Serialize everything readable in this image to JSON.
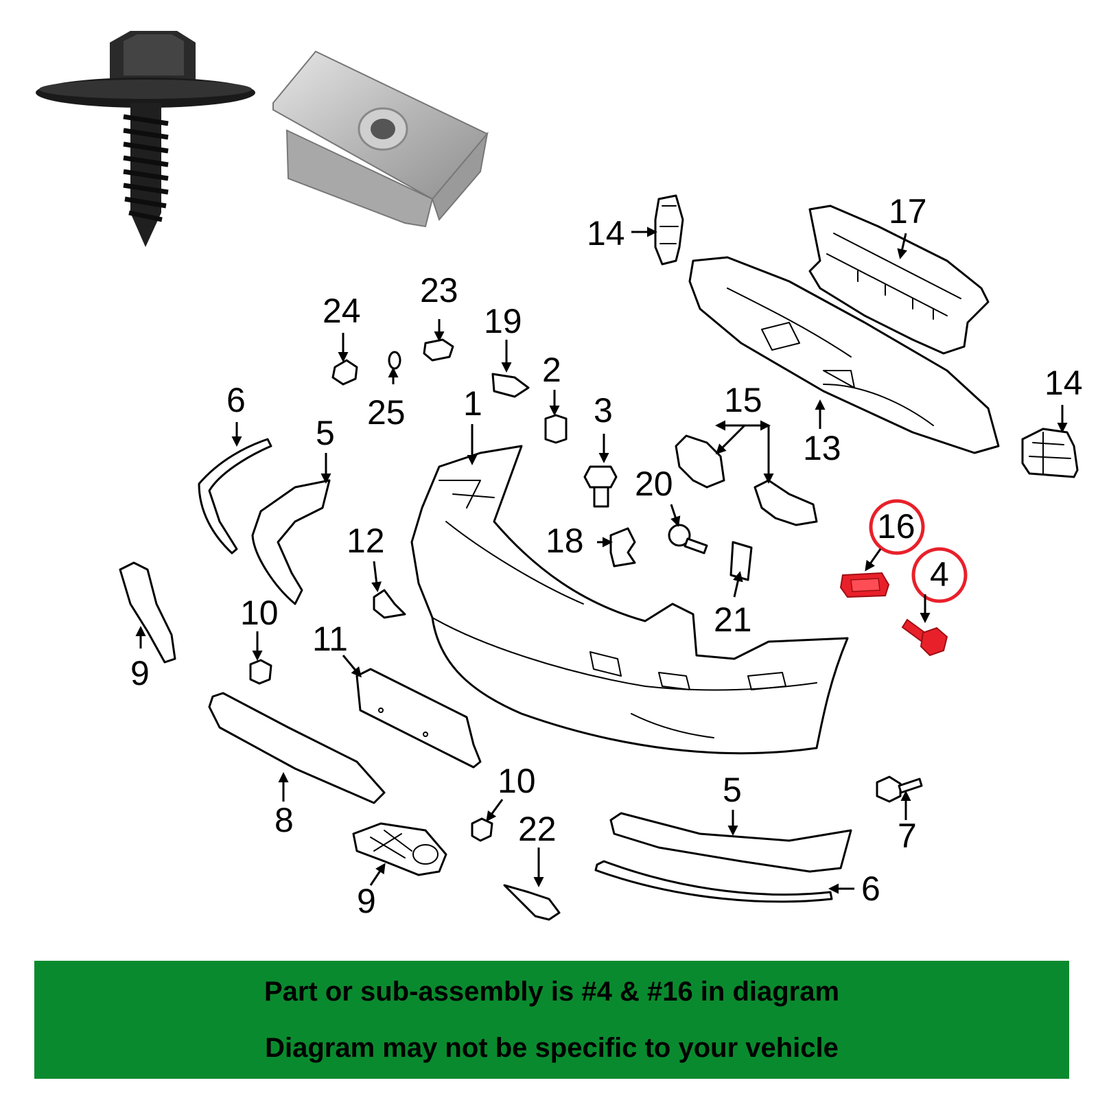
{
  "callouts": {
    "c1": "1",
    "c2": "2",
    "c3": "3",
    "c4": "4",
    "c5a": "5",
    "c5b": "5",
    "c6a": "6",
    "c6b": "6",
    "c7": "7",
    "c8": "8",
    "c9a": "9",
    "c9b": "9",
    "c10a": "10",
    "c10b": "10",
    "c11": "11",
    "c12": "12",
    "c13": "13",
    "c14a": "14",
    "c14b": "14",
    "c15": "15",
    "c16": "16",
    "c17": "17",
    "c18": "18",
    "c19": "19",
    "c20": "20",
    "c21": "21",
    "c22": "22",
    "c23": "23",
    "c24": "24",
    "c25": "25"
  },
  "highlighted_parts": [
    "4",
    "16"
  ],
  "colors": {
    "highlight": "#e8202a",
    "banner_background": "#0a8a2e",
    "banner_text": "#000000"
  },
  "banner": {
    "line1": "Part or sub-assembly is #4 & #16 in diagram",
    "line2": "Diagram may not be specific to your vehicle"
  }
}
